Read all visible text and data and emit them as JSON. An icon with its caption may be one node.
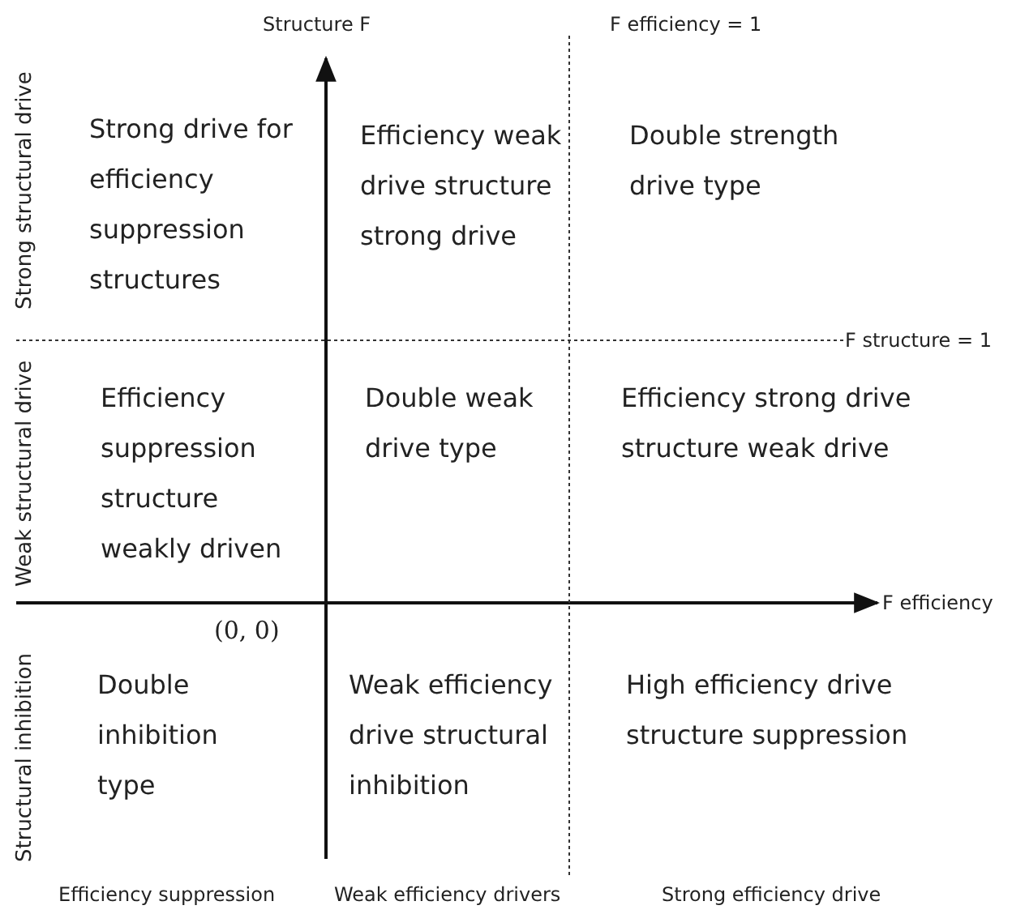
{
  "diagram": {
    "labels": [
      "Structure F",
      "F efficiency = 1",
      "Strong structural drive",
      "Strong drive for efficiency suppression structures",
      "Efficiency weak drive structure strong drive",
      "Double strength drive type",
      "F structure = 1",
      "Weak structural drive",
      "Efficiency suppression structure weakly driven",
      "Double weak drive type",
      "Efficiency strong drive structure weak drive",
      "F efficiency",
      "(0, 0)",
      "Structural inhibition",
      "Double inhibition type",
      "Weak efficiency drive structural inhibition",
      "High efficiency drive structure suppression",
      "Efficiency suppression",
      "Weak efficiency drivers",
      "Strong efficiency drive"
    ]
  }
}
